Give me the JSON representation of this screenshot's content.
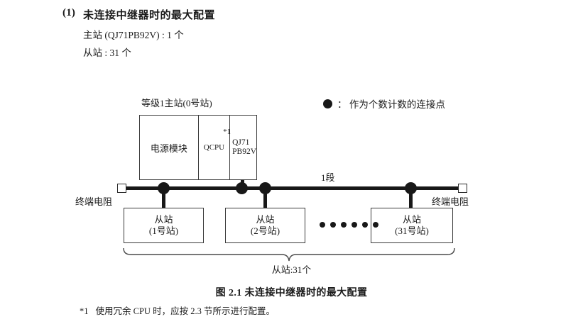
{
  "heading": {
    "number": "(1)",
    "title": "未连接中继器时的最大配置",
    "spec_master": "主站 (QJ71PB92V) : 1 个",
    "spec_slave": "从站 : 31 个"
  },
  "legend": {
    "bullet_icon": "filled-circle-icon",
    "text": "： 作为个数计数的连接点"
  },
  "diagram": {
    "master": {
      "caption": "等级1主站(0号站)",
      "cells": [
        {
          "label": "电源模块"
        },
        {
          "label": "QCPU",
          "footnote_marker": "*1"
        },
        {
          "label": "QJ71\nPB92V",
          "line1": "QJ71",
          "line2": "PB92V"
        }
      ]
    },
    "segment_label": "1段",
    "terminator_left": {
      "icon": "terminal-resistor-icon",
      "label": "终端电阻"
    },
    "terminator_right": {
      "icon": "terminal-resistor-icon",
      "label": "终端电阻"
    },
    "slaves": [
      {
        "name": "从站",
        "station": "(1号站)"
      },
      {
        "name": "从站",
        "station": "(2号站)"
      },
      {
        "name": "从站",
        "station": "(31号站)"
      }
    ],
    "ellipsis_dots": 6,
    "brace_label": "从站:31个"
  },
  "figure_caption": "图 2.1  未连接中继器时的最大配置",
  "footnote": {
    "marker": "*1",
    "text": "使用冗余 CPU 时，应按 2.3 节所示进行配置。"
  },
  "colors": {
    "ink": "#1a1a1a",
    "line": "#181818",
    "box_border": "#3a3a3a",
    "page_background": "#ffffff"
  }
}
